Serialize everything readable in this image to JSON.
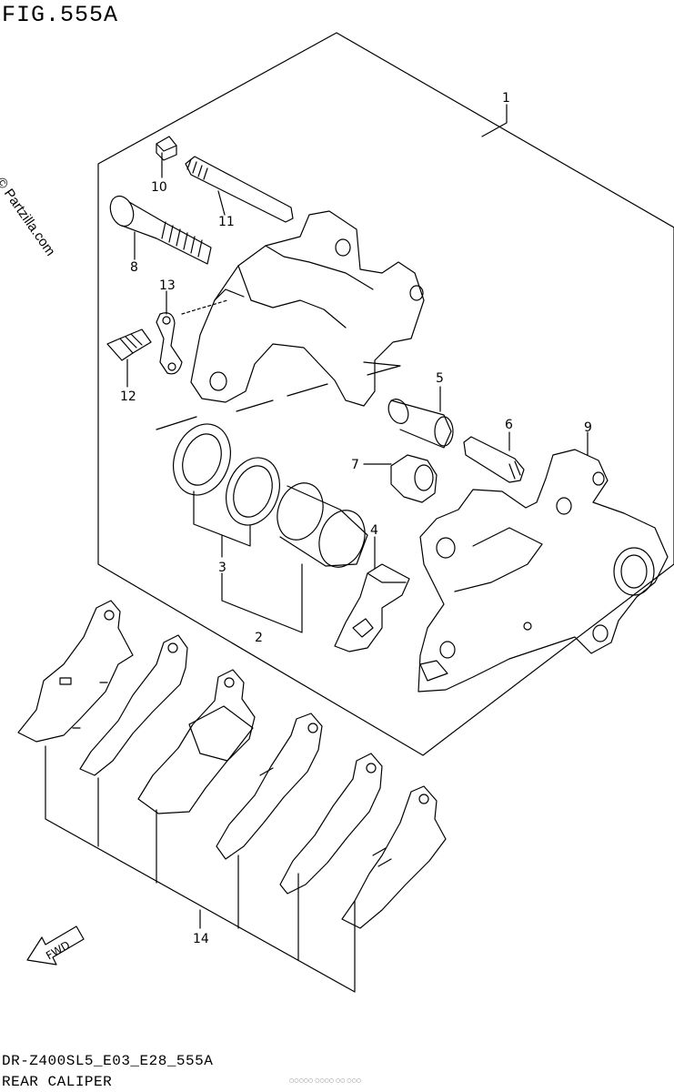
{
  "figure_title": "FIG.555A",
  "watermark": "© Partzilla.com",
  "footer": {
    "model_code": "DR-Z400SL5_E03_E28_555A",
    "part_name": "REAR CALIPER",
    "fine_print": "○○○○○ ○○○○ ○○ ○○○"
  },
  "fwd_label": "FWD",
  "callouts": [
    "1",
    "2",
    "3",
    "4",
    "5",
    "6",
    "7",
    "8",
    "9",
    "10",
    "11",
    "12",
    "13",
    "14"
  ]
}
